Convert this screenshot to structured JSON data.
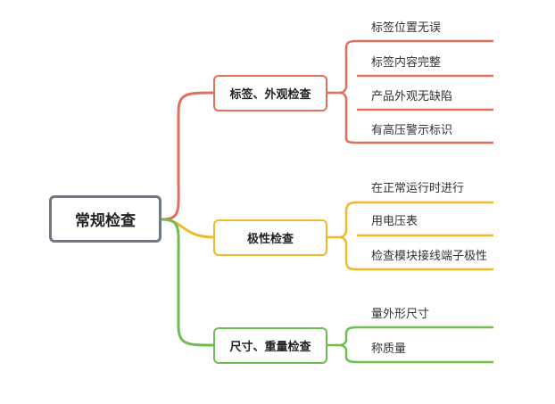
{
  "root": {
    "label": "常规检查"
  },
  "branches": [
    {
      "label": "标签、外观检查",
      "color": "#e06f5b",
      "leaves": [
        "标签位置无误",
        "标签内容完整",
        "产品外观无缺陷",
        "有高压警示标识"
      ]
    },
    {
      "label": "极性检查",
      "color": "#f0b92a",
      "leaves": [
        "在正常运行时进行",
        "用电压表",
        "检查模块接线端子极性"
      ]
    },
    {
      "label": "尺寸、重量检查",
      "color": "#6dbe4f",
      "leaves": [
        "量外形尺寸",
        "称质量"
      ]
    }
  ],
  "root_border_color": "#6f7884"
}
